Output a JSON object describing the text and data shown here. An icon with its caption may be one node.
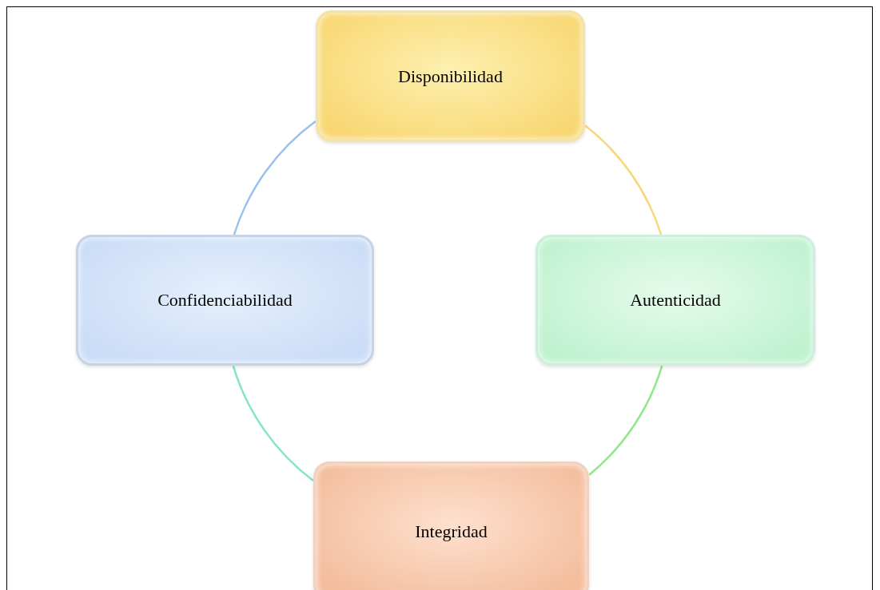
{
  "diagram": {
    "nodes": [
      {
        "text": [
          "Disponibilidad"
        ]
      },
      {
        "text": [
          "Autenticidad"
        ]
      },
      {
        "text": [
          "Integridad"
        ]
      },
      {
        "text": [
          "Confidenciabilidad"
        ]
      }
    ],
    "edges": [
      {
        "from": 0,
        "to": 1,
        "arrow": "none",
        "color": "#f9d57a"
      },
      {
        "from": 1,
        "to": 2,
        "arrow": "none",
        "color": "#8ee888"
      },
      {
        "from": 2,
        "to": 3,
        "arrow": "none",
        "color": "#84e6bf"
      },
      {
        "from": 3,
        "to": 0,
        "arrow": "none",
        "color": "#9cc0ee"
      }
    ]
  }
}
